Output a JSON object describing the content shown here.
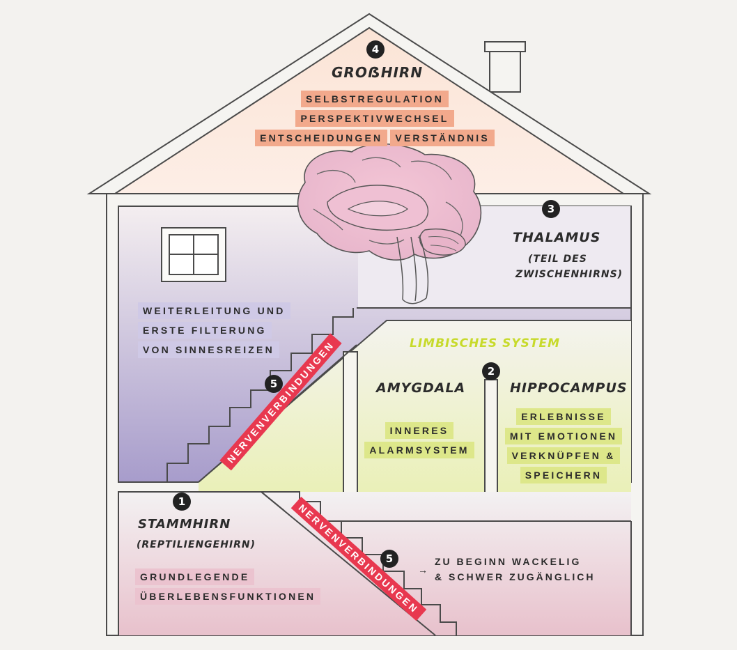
{
  "colors": {
    "background": "#f3f2ef",
    "line": "#4a4a4a",
    "orange": "#f2a98c",
    "purple": "#cfc9e6",
    "green": "#dde78a",
    "pink": "#ebc3cf",
    "banner": "#e8384f",
    "limbic_title": "#c7da2b"
  },
  "roof": {
    "number": "4",
    "title": "GROẞHIRN",
    "tags": [
      "SELBSTREGULATION",
      "PERSPEKTIVWECHSEL",
      "ENTSCHEIDUNGEN",
      "VERSTÄNDNIS"
    ]
  },
  "thalamus": {
    "number": "3",
    "title": "THALAMUS",
    "subtitle_line1": "(TEIL DES",
    "subtitle_line2": "ZWISCHENHIRNS)"
  },
  "filter": {
    "lines": [
      "WEITERLEITUNG UND",
      "ERSTE FILTERUNG",
      "VON SINNESREIZEN"
    ]
  },
  "limbic": {
    "number": "2",
    "title": "LIMBISCHES SYSTEM",
    "amygdala": {
      "title": "AMYGDALA",
      "lines": [
        "INNERES",
        "ALARMSYSTEM"
      ]
    },
    "hippocampus": {
      "title": "HIPPOCAMPUS",
      "lines": [
        "ERLEBNISSE",
        "MIT EMOTIONEN",
        "VERKNÜPFEN &",
        "SPEICHERN"
      ]
    }
  },
  "connections": {
    "number": "5",
    "label": "NERVENVERBINDUNGEN"
  },
  "brainstem": {
    "number": "1",
    "title": "STAMMHIRN",
    "subtitle": "(REPTILIENGEHIRN)",
    "lines": [
      "GRUNDLEGENDE",
      "ÜBERLEBENSFUNKTIONEN"
    ]
  },
  "stairs_note": {
    "arrow": "→",
    "line1": "ZU BEGINN WACKELIG",
    "line2": "& SCHWER ZUGÄNGLICH"
  },
  "icons": [
    "brain-illustration",
    "window-icon",
    "chimney",
    "stairs",
    "arrow-right-icon"
  ]
}
